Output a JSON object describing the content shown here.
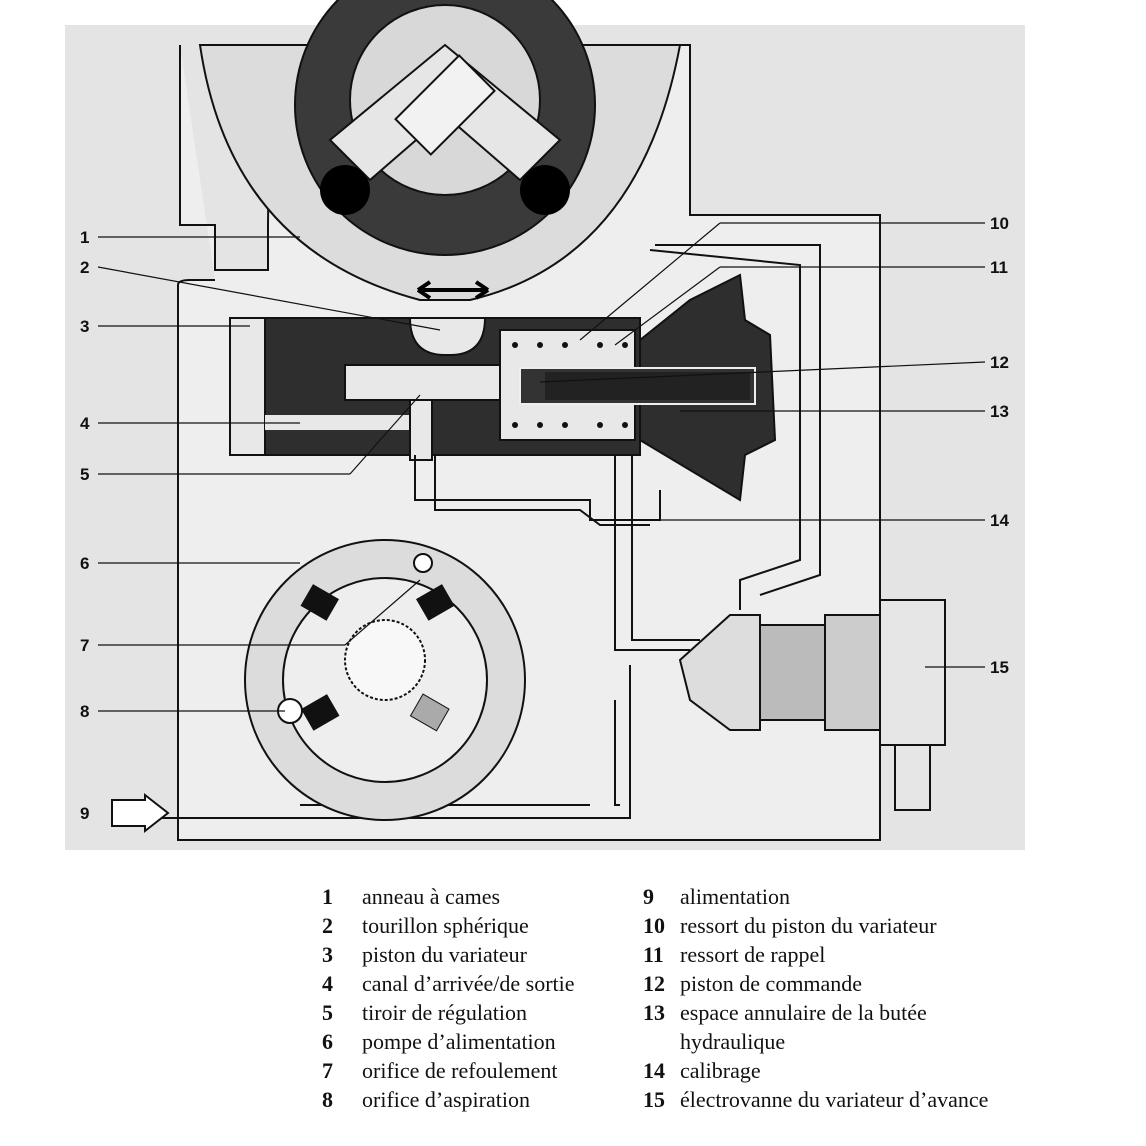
{
  "callouts": {
    "left": [
      "1",
      "2",
      "3",
      "4",
      "5",
      "6",
      "7",
      "8",
      "9"
    ],
    "right": [
      "10",
      "11",
      "12",
      "13",
      "14",
      "15"
    ]
  },
  "legend": {
    "column1": [
      {
        "num": "1",
        "text": "anneau à cames"
      },
      {
        "num": "2",
        "text": "tourillon sphérique"
      },
      {
        "num": "3",
        "text": "piston du variateur"
      },
      {
        "num": "4",
        "text": "canal d’arrivée/de sortie"
      },
      {
        "num": "5",
        "text": "tiroir de régulation"
      },
      {
        "num": "6",
        "text": "pompe d’alimentation"
      },
      {
        "num": "7",
        "text": "orifice de refoulement"
      },
      {
        "num": "8",
        "text": "orifice d’aspiration"
      }
    ],
    "column2": [
      {
        "num": "9",
        "text": "alimentation"
      },
      {
        "num": "10",
        "text": "ressort du piston du variateur"
      },
      {
        "num": "11",
        "text": "ressort de rappel"
      },
      {
        "num": "12",
        "text": "piston de commande"
      },
      {
        "num": "13",
        "text": "espace annulaire de la butée",
        "cont": "hydraulique"
      },
      {
        "num": "14",
        "text": "calibrage"
      },
      {
        "num": "15",
        "text": "électrovanne du variateur d’avance"
      }
    ]
  },
  "colors": {
    "background": "#e4e4e4",
    "dark": "#2a2a2a",
    "mid": "#555555",
    "line": "#111111"
  }
}
